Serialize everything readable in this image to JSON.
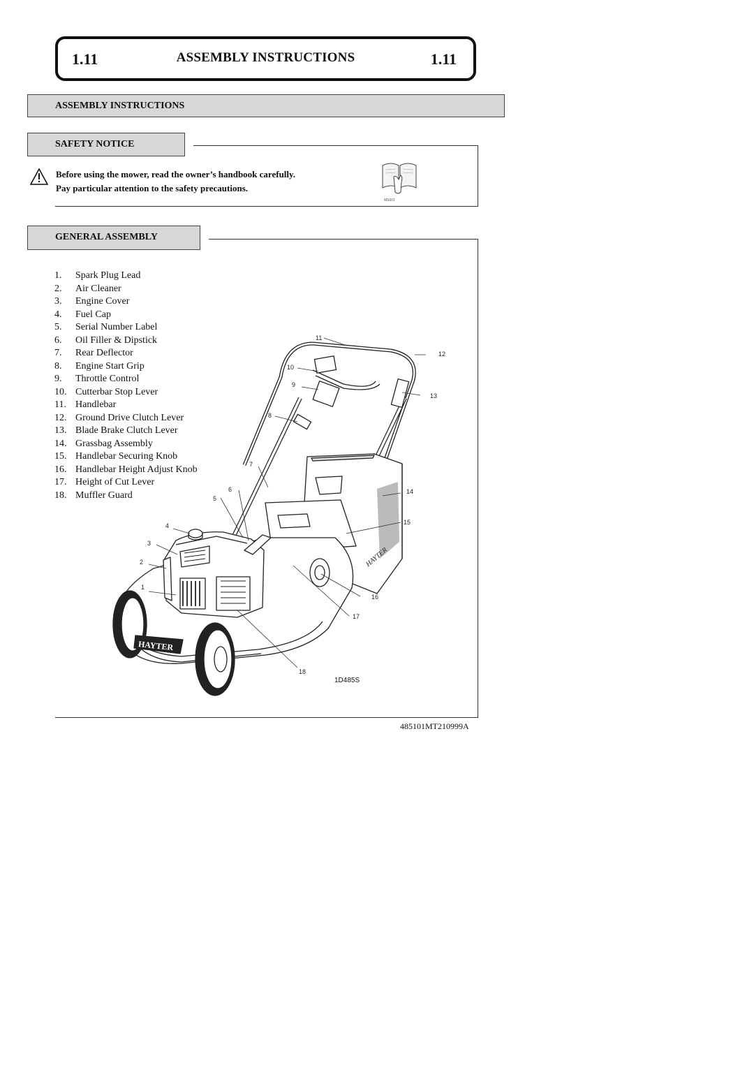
{
  "header": {
    "section_number_left": "1.11",
    "title": "ASSEMBLY INSTRUCTIONS",
    "section_number_right": "1.11"
  },
  "main_section": {
    "label": "ASSEMBLY INSTRUCTIONS"
  },
  "safety_notice": {
    "label": "SAFETY NOTICE",
    "line1": "Before using the mower, read the owner’s handbook carefully.",
    "line2": "Pay particular attention to the safety precautions.",
    "book_code": "MS601"
  },
  "general_assembly": {
    "label": "GENERAL ASSEMBLY",
    "parts": [
      {
        "num": "1.",
        "name": "Spark Plug Lead"
      },
      {
        "num": "2.",
        "name": "Air Cleaner"
      },
      {
        "num": "3.",
        "name": "Engine Cover"
      },
      {
        "num": "4.",
        "name": "Fuel Cap"
      },
      {
        "num": "5.",
        "name": "Serial Number Label"
      },
      {
        "num": "6.",
        "name": "Oil Filler & Dipstick"
      },
      {
        "num": "7.",
        "name": "Rear Deflector"
      },
      {
        "num": "8.",
        "name": "Engine Start Grip"
      },
      {
        "num": "9.",
        "name": "Throttle Control"
      },
      {
        "num": "10.",
        "name": "Cutterbar Stop Lever"
      },
      {
        "num": "11.",
        "name": "Handlebar"
      },
      {
        "num": "12.",
        "name": "Ground Drive Clutch Lever"
      },
      {
        "num": "13.",
        "name": "Blade Brake Clutch Lever"
      },
      {
        "num": "14.",
        "name": "Grassbag Assembly"
      },
      {
        "num": "15.",
        "name": "Handlebar Securing Knob"
      },
      {
        "num": "16.",
        "name": "Handlebar Height Adjust Knob"
      },
      {
        "num": "17.",
        "name": "Height of Cut Lever"
      },
      {
        "num": "18.",
        "name": "Muffler Guard"
      }
    ],
    "callouts": [
      "1",
      "2",
      "3",
      "4",
      "5",
      "6",
      "7",
      "8",
      "9",
      "10",
      "11",
      "12",
      "13",
      "14",
      "15",
      "16",
      "17",
      "18"
    ],
    "brand_text": "HAYTER",
    "diagram_ref": "1D485S"
  },
  "footer": {
    "doc_code": "485101MT210999A"
  }
}
